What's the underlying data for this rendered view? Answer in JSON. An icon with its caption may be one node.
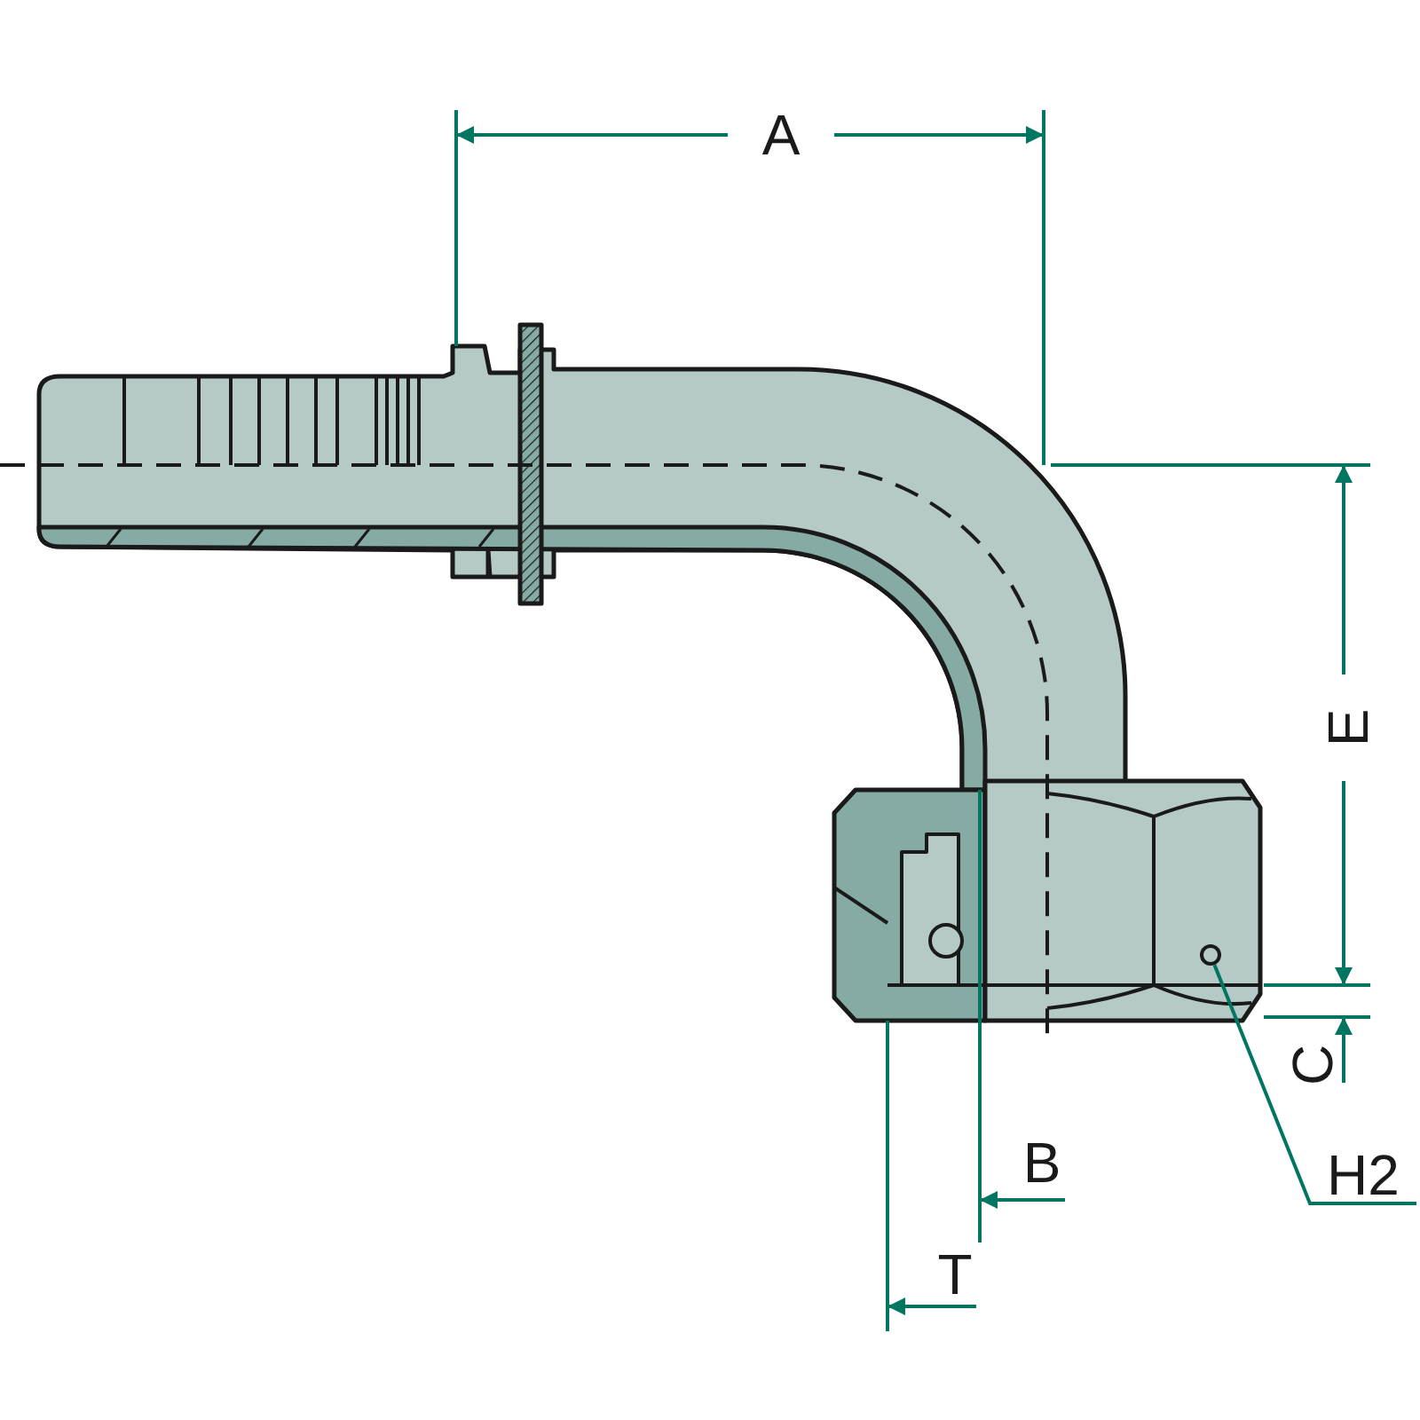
{
  "diagram": {
    "nodes": [
      {
        "text": [
          "H2"
        ]
      },
      {
        "text": [],
        "shape": "circle"
      }
    ],
    "edges": [
      {
        "from": 0,
        "to": 1,
        "arrow": "none"
      }
    ],
    "labels": [
      "A",
      "E",
      "C",
      "B",
      "T"
    ]
  }
}
